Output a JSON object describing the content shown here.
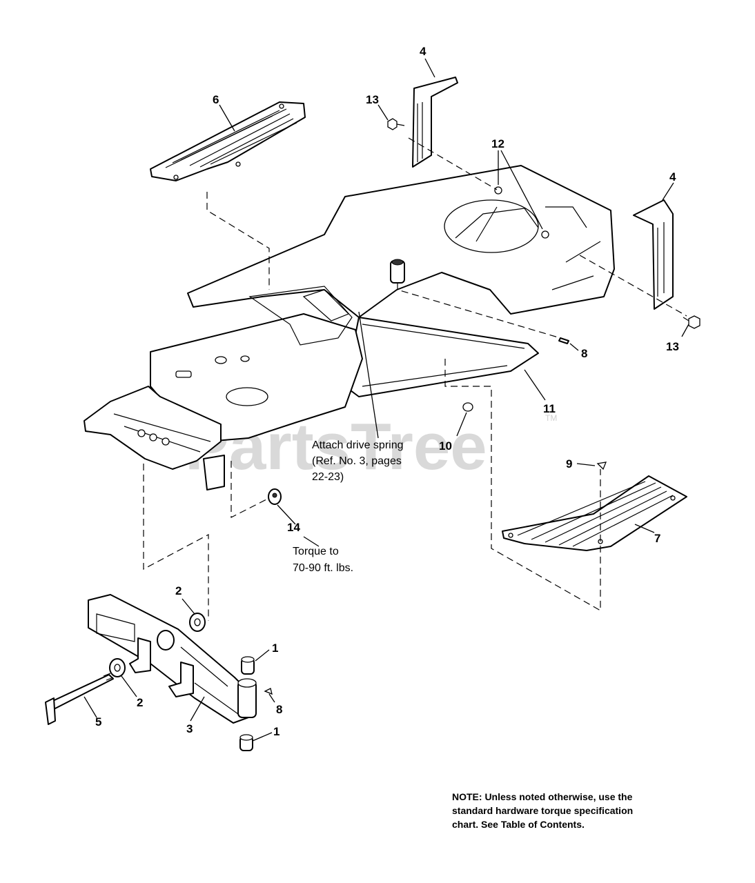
{
  "watermark": {
    "text": "PartsTree",
    "trademark": "TM"
  },
  "callouts": [
    {
      "id": "c6",
      "text": "6"
    },
    {
      "id": "c4a",
      "text": "4"
    },
    {
      "id": "c13a",
      "text": "13"
    },
    {
      "id": "c12",
      "text": "12"
    },
    {
      "id": "c4b",
      "text": "4"
    },
    {
      "id": "c13b",
      "text": "13"
    },
    {
      "id": "c8a",
      "text": "8"
    },
    {
      "id": "c11",
      "text": "11"
    },
    {
      "id": "c10",
      "text": "10"
    },
    {
      "id": "c9",
      "text": "9"
    },
    {
      "id": "c7",
      "text": "7"
    },
    {
      "id": "c14",
      "text": "14"
    },
    {
      "id": "c2a",
      "text": "2"
    },
    {
      "id": "c1a",
      "text": "1"
    },
    {
      "id": "c2b",
      "text": "2"
    },
    {
      "id": "c8b",
      "text": "8"
    },
    {
      "id": "c5",
      "text": "5"
    },
    {
      "id": "c3",
      "text": "3"
    },
    {
      "id": "c1b",
      "text": "1"
    }
  ],
  "annotations": {
    "drive_spring": [
      "Attach drive spring",
      "(Ref. No. 3, pages",
      "22-23)"
    ],
    "torque": [
      "Torque to",
      "70-90 ft. lbs."
    ]
  },
  "note": [
    "NOTE: Unless noted otherwise, use the",
    "standard hardware torque specification",
    "chart. See Table of Contents."
  ]
}
